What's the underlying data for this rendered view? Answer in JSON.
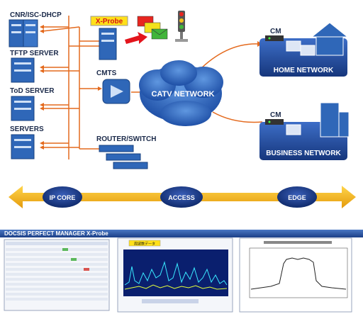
{
  "servers": {
    "dhcp": "CNR/ISC-DHCP",
    "tftp": "TFTP SERVER",
    "tod": "ToD SERVER",
    "servers": "SERVERS"
  },
  "xprobe": "X-Probe",
  "cmts": "CMTS",
  "router": "ROUTER/SWITCH",
  "catv": "CATV NETWORK",
  "home": {
    "cm": "CM",
    "label": "HOME NETWORK"
  },
  "business": {
    "cm": "CM",
    "label": "BUSINESS NETWORK"
  },
  "arrow": {
    "ip_core": "IP CORE",
    "access": "ACCESS",
    "edge": "EDGE"
  },
  "banner": "DOCSIS PERFECT MANAGER X-Probe",
  "shots": {
    "spectrum_title": "周波数データ"
  },
  "colors": {
    "line": "#e46a1e",
    "server": "#2f67b8",
    "netbox": "#1e4d9e",
    "arrow": "#f4b41a",
    "blue": "#1f3f8a"
  }
}
